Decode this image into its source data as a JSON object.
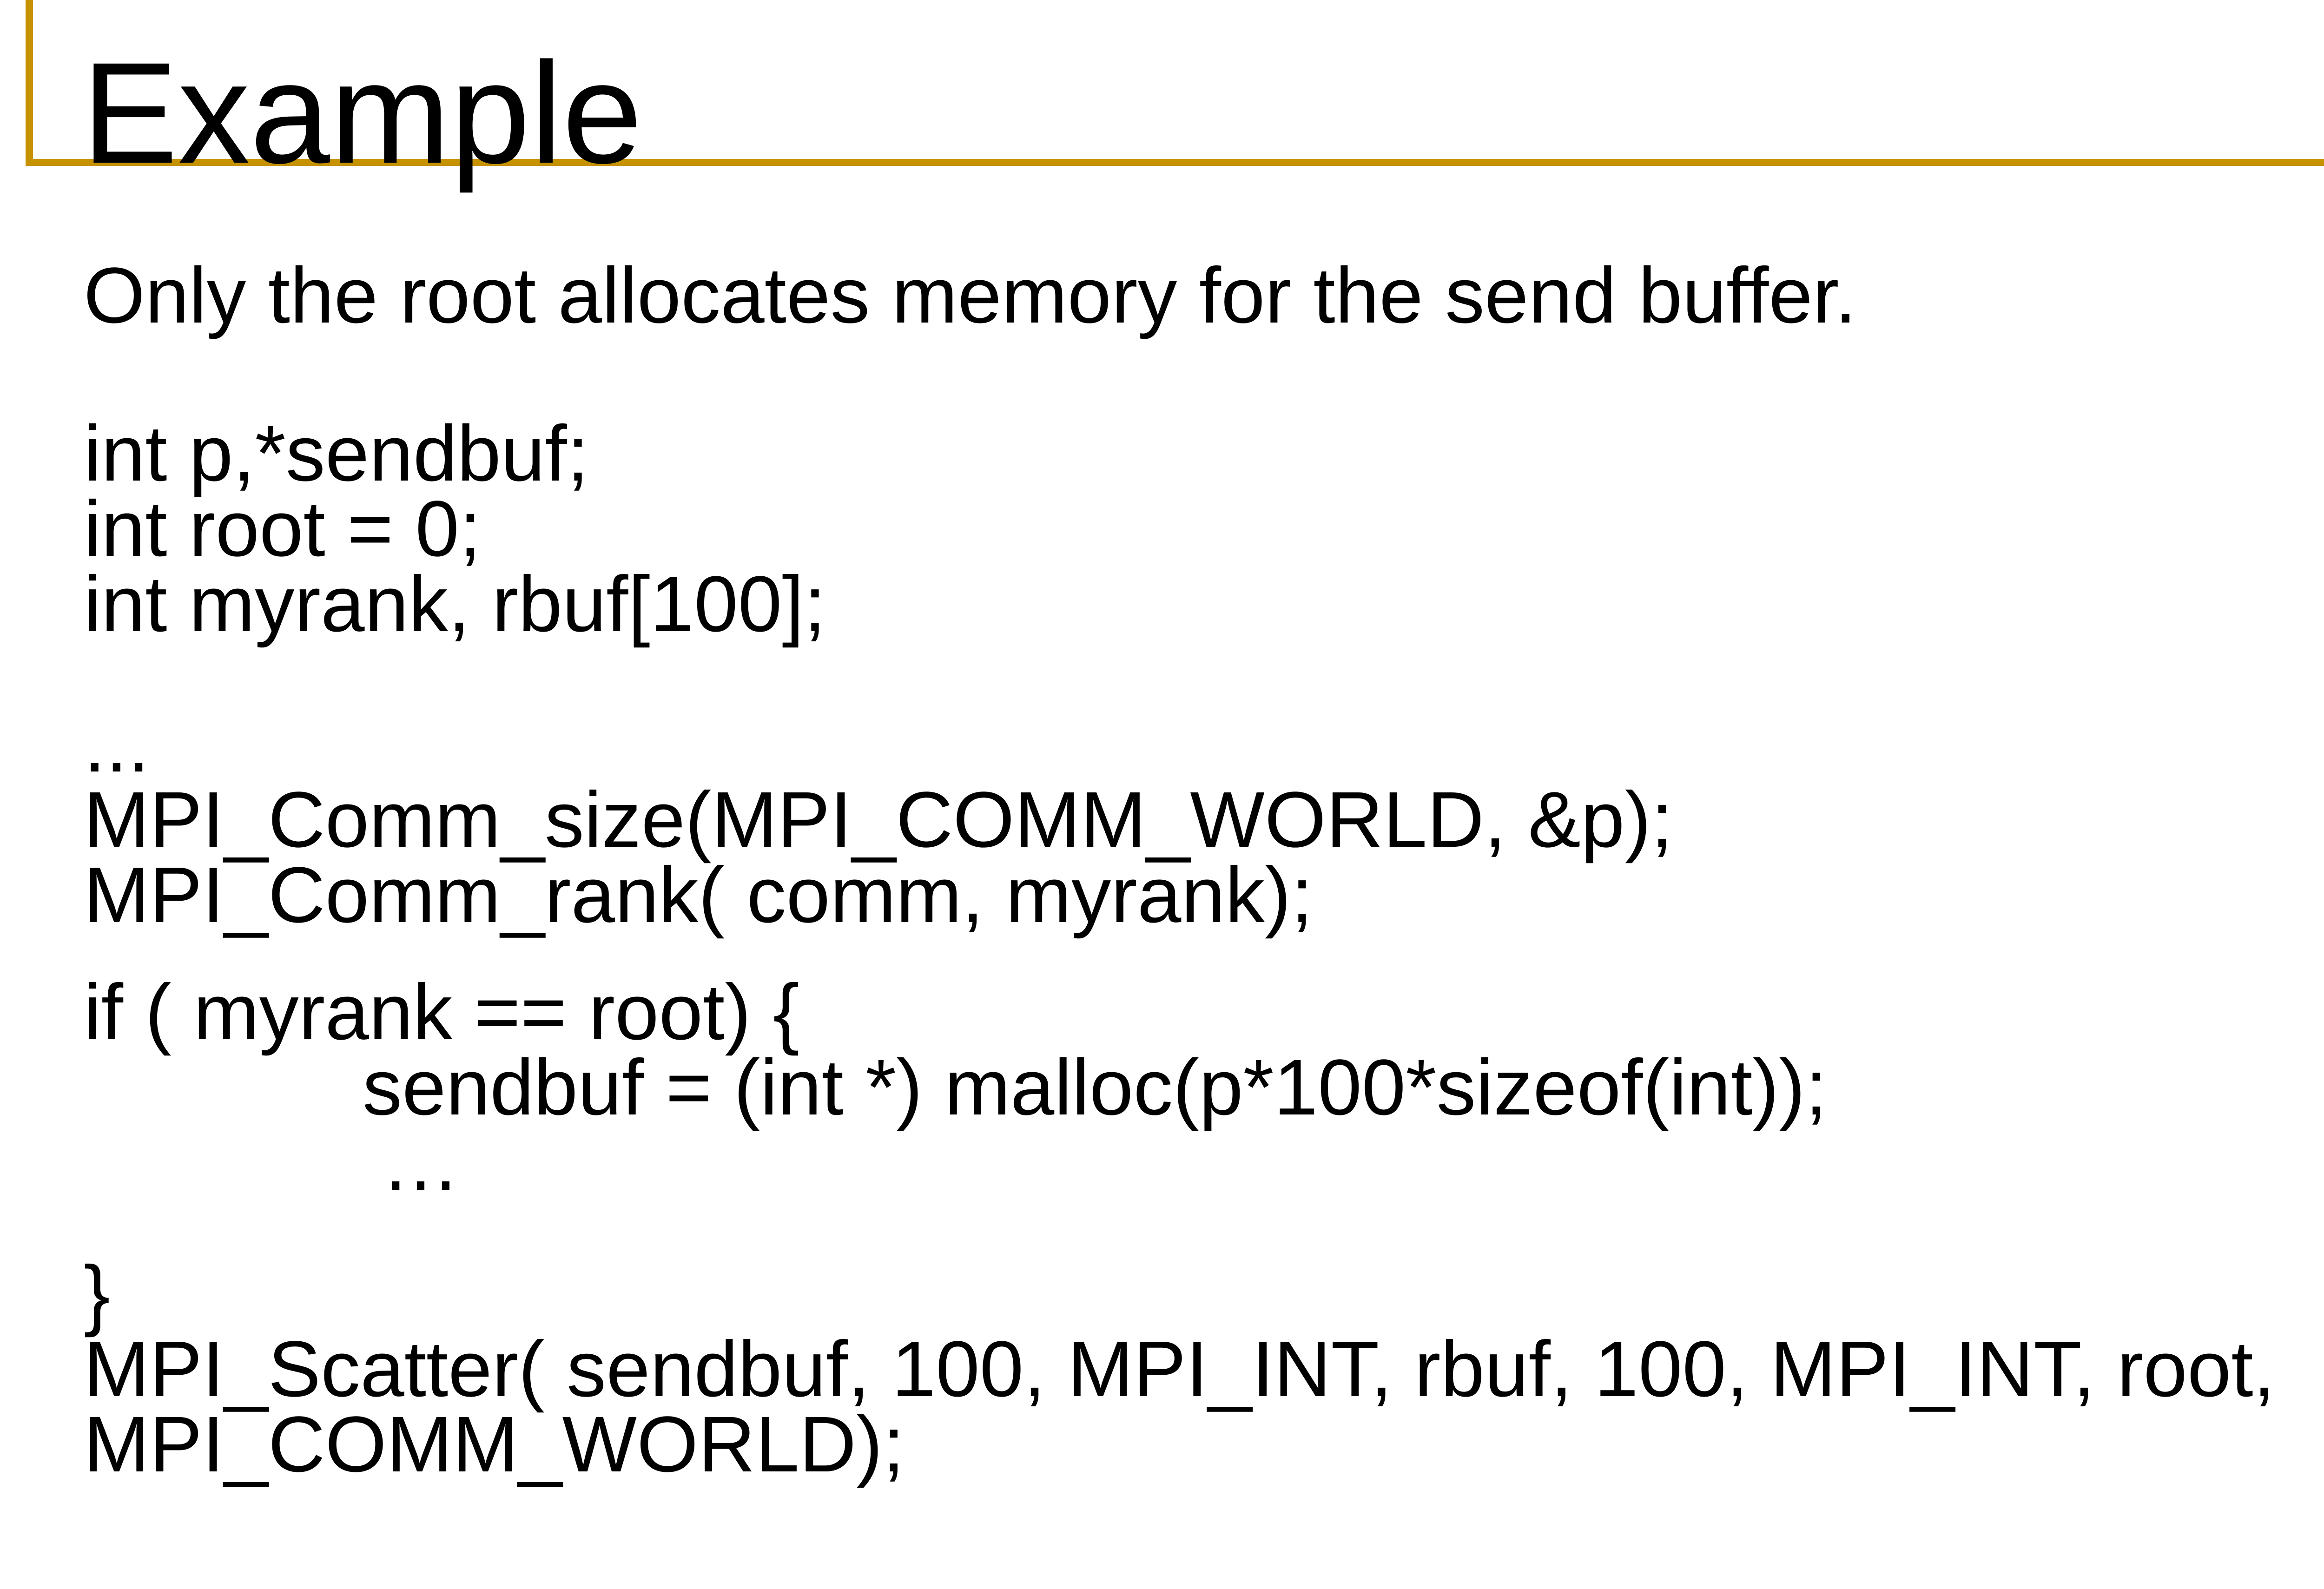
{
  "slide": {
    "title": "Example",
    "colors": {
      "accent": "#C69200",
      "text": "#000000",
      "background": "#FFFFFF"
    },
    "intro": "Only the root allocates memory for the send buffer.",
    "code_lines": [
      "int p,*sendbuf;",
      "int root = 0;",
      "int myrank, rbuf[100];",
      "...",
      "MPI_Comm_size(MPI_COMM_WORLD, &p);",
      "MPI_Comm_rank( comm, myrank);",
      "if ( myrank == root) {",
      "sendbuf = (int *) malloc(p*100*sizeof(int));",
      "…",
      "}",
      "MPI_Scatter( sendbuf, 100, MPI_INT, rbuf, 100, MPI_INT, root,",
      "MPI_COMM_WORLD);"
    ]
  }
}
